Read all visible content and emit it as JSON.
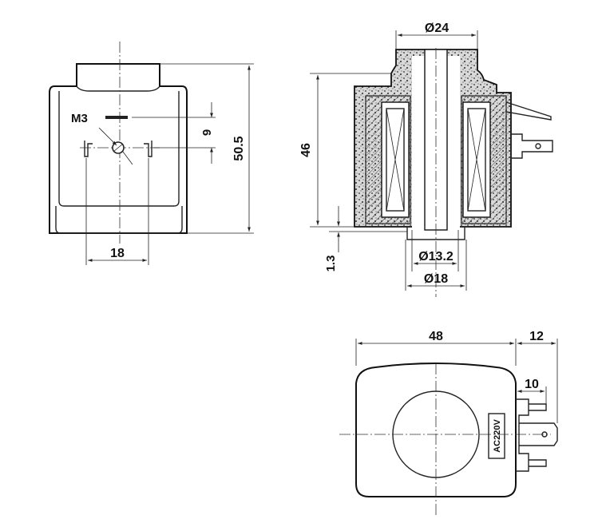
{
  "front_view": {
    "thread_label": "M3",
    "pin_spacing": "18",
    "offset_dim": "9",
    "height_dim": "50.5"
  },
  "section_view": {
    "top_diameter": "Ø24",
    "height_dim": "46",
    "base_step": "1.3",
    "bore_diameter": "Ø13.2",
    "bottom_diameter": "Ø18"
  },
  "top_view": {
    "width_dim": "48",
    "terminal_projection": "12",
    "terminal_length": "10",
    "voltage_label": "AC220V"
  },
  "colors": {
    "line": "#222222",
    "background": "#ffffff"
  }
}
